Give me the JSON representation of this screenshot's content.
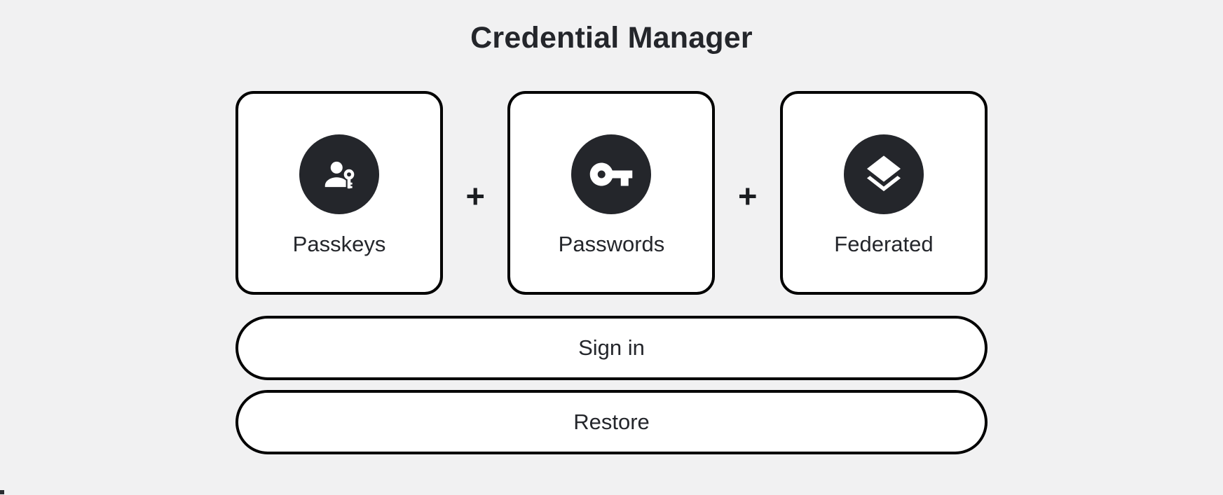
{
  "page": {
    "title": "Credential Manager"
  },
  "cards": [
    {
      "id": "passkeys",
      "label": "Passkeys",
      "icon": "passkey-icon"
    },
    {
      "id": "passwords",
      "label": "Passwords",
      "icon": "key-icon"
    },
    {
      "id": "federated",
      "label": "Federated",
      "icon": "layers-icon"
    }
  ],
  "separators": {
    "plus": "+"
  },
  "buttons": {
    "sign_in": {
      "label": "Sign in"
    },
    "restore": {
      "label": "Restore"
    }
  },
  "colors": {
    "background": "#f1f1f2",
    "surface": "#ffffff",
    "border": "#000000",
    "icon_circle": "#24262b",
    "text": "#24262b"
  }
}
